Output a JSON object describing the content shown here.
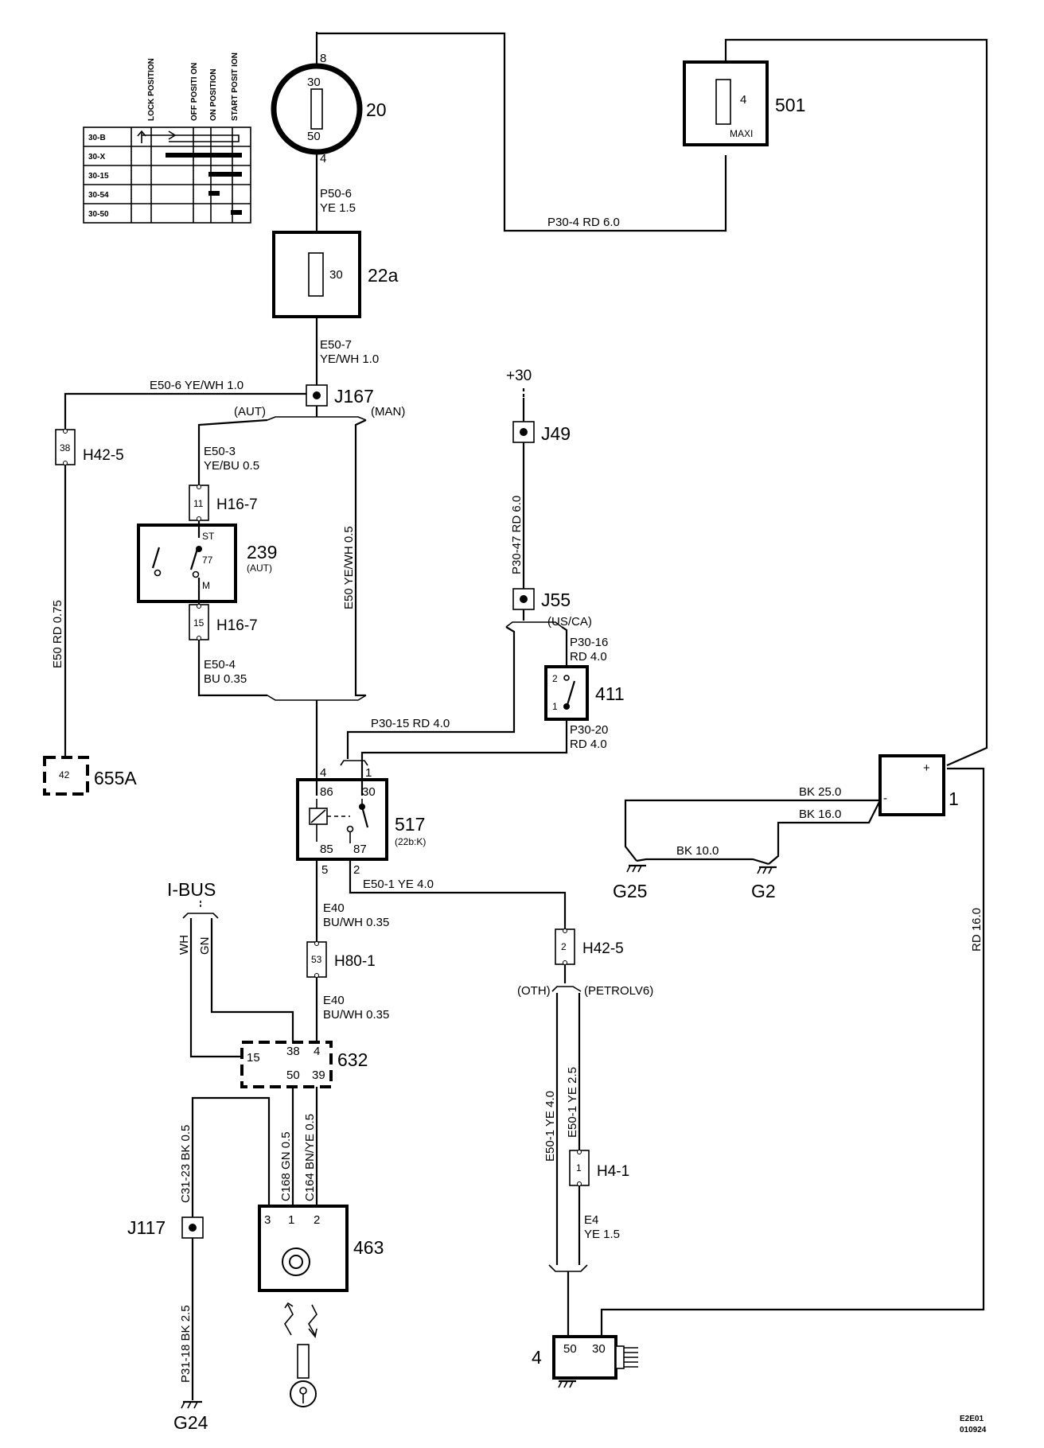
{
  "key_table": {
    "headers": [
      "LOCK POSITION",
      "OFF POSITI ON",
      "ON POSITION",
      "START POSIT ION"
    ],
    "rows": [
      "30-B",
      "30-X",
      "30-15",
      "30-54",
      "30-50"
    ]
  },
  "components": {
    "c20": {
      "id": "20",
      "pin_top": "30",
      "pin_bottom": "50",
      "ext_top": "8",
      "ext_bottom": "4"
    },
    "c22a": {
      "id": "22a",
      "pin": "30"
    },
    "c501": {
      "id": "501",
      "pin": "4",
      "note": "MAXI"
    },
    "c239": {
      "id": "239",
      "note": "(AUT)",
      "pin_st": "ST",
      "pin_77": "77",
      "pin_m": "M"
    },
    "c411": {
      "id": "411",
      "pin_a": "2",
      "pin_b": "1"
    },
    "c517": {
      "id": "517",
      "note": "(22b:K)",
      "p86": "86",
      "p30": "30",
      "p85": "85",
      "p87": "87",
      "ext4": "4",
      "ext1": "1",
      "ext5": "5",
      "ext2": "2"
    },
    "c632": {
      "id": "632",
      "p15": "15",
      "p38": "38",
      "p4": "4",
      "p50": "50",
      "p39": "39"
    },
    "c463": {
      "id": "463",
      "p3": "3",
      "p1": "1",
      "p2": "2"
    },
    "c655a": {
      "id": "655A",
      "pin": "42"
    },
    "c1": {
      "id": "1",
      "plus": "+",
      "minus": "-"
    },
    "c4": {
      "id": "4",
      "p50": "50",
      "p30": "30"
    }
  },
  "connectors": {
    "h42_5_left": {
      "id": "H42-5",
      "pin": "38"
    },
    "h16_7_top": {
      "id": "H16-7",
      "pin": "11"
    },
    "h16_7_bot": {
      "id": "H16-7",
      "pin": "15"
    },
    "h80_1": {
      "id": "H80-1",
      "pin": "53"
    },
    "h42_5_right": {
      "id": "H42-5",
      "pin": "2"
    },
    "h4_1": {
      "id": "H4-1",
      "pin": "1"
    }
  },
  "junctions": {
    "j167": "J167",
    "j49": "J49",
    "j55": "J55",
    "j117": "J117"
  },
  "grounds": {
    "g25": "G25",
    "g2": "G2",
    "g24": "G24"
  },
  "supply": "+30",
  "bus": "I-BUS",
  "variants": {
    "aut": "(AUT)",
    "man": "(MAN)",
    "us_ca": "(US/CA)",
    "oth": "(OTH)",
    "petrol_v6": "(PETROLV6)"
  },
  "wires": {
    "p50_6": "P50-6",
    "ye_1_5": "YE  1.5",
    "p30_4": "P30-4  RD  6.0",
    "e50_7": "E50-7",
    "yewh_1_0": "YE/WH  1.0",
    "e50_6": "E50-6  YE/WH  1.0",
    "e50_3": "E50-3",
    "yebu_0_5": "YE/BU  0.5",
    "e50_yewh_0_5": "E50  YE/WH  0.5",
    "e50_rd_0_75": "E50  RD  0.75",
    "e50_4": "E50-4",
    "bu_0_35": "BU 0.35",
    "p30_47": "P30-47  RD  6.0",
    "p30_16": "P30-16",
    "rd_4_0_a": "RD  4.0",
    "p30_20": "P30-20",
    "rd_4_0_b": "RD  4.0",
    "p30_15": "P30-15  RD  4.0",
    "e50_1_ye_4_0": "E50-1  YE  4.0",
    "e40_a": "E40",
    "buwh_0_35_a": "BU/WH  0.35",
    "e40_b": "E40",
    "buwh_0_35_b": "BU/WH  0.35",
    "wh": "WH",
    "gn": "GN",
    "bk_25": "BK  25.0",
    "bk_16": "BK  16.0",
    "bk_10": "BK  10.0",
    "rd_16": "RD  16.0",
    "c31_23": "C31-23  BK  0.5",
    "c168": "C168  GN  0.5",
    "c164": "C164  BN/YE  0.5",
    "p31_18": "P31-18  BK  2.5",
    "e50_1_ye_4_0_v": "E50-1  YE  4.0",
    "e50_1_ye_2_5_v": "E50-1  YE  2.5",
    "e4": "E4",
    "ye_1_5_b": "YE  1.5"
  },
  "doc_code": [
    "E2E01",
    "010924"
  ]
}
